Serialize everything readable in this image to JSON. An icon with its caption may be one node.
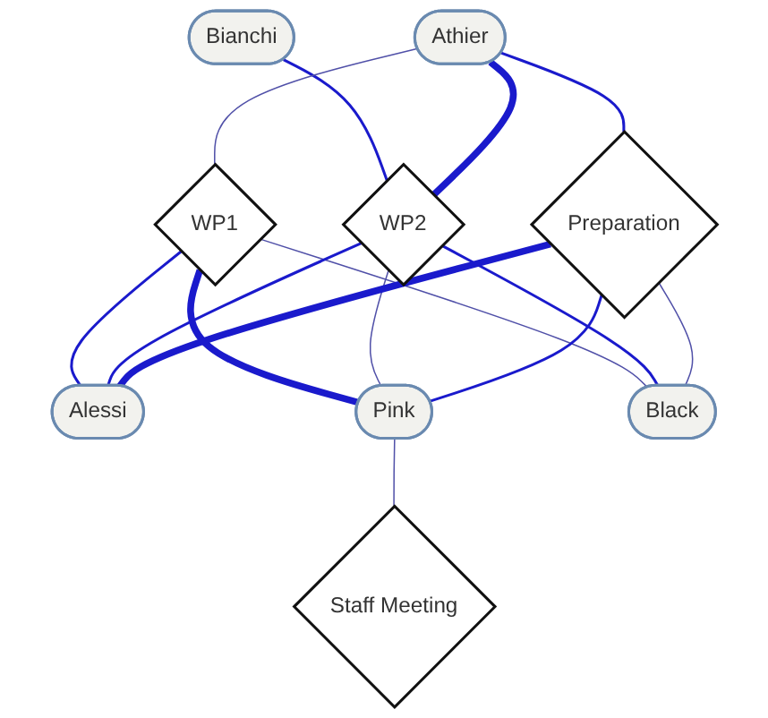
{
  "diagram": {
    "nodes": [
      {
        "text": [
          "Bianchi"
        ]
      },
      {
        "text": [
          "Athier"
        ]
      },
      {
        "text": [
          "WP1"
        ]
      },
      {
        "text": [
          "WP2"
        ]
      },
      {
        "text": [
          "Preparation"
        ]
      },
      {
        "text": [
          "Alessi"
        ]
      },
      {
        "text": [
          "Pink"
        ]
      },
      {
        "text": [
          "Black"
        ]
      },
      {
        "text": [
          "Staff Meeting"
        ]
      }
    ],
    "edges": [
      {
        "from": 0,
        "to": 3,
        "arrow": "none"
      },
      {
        "from": 1,
        "to": 2,
        "arrow": "none",
        "color": "#5050a8"
      },
      {
        "from": 1,
        "to": 3,
        "arrow": "none",
        "style": "thick"
      },
      {
        "from": 1,
        "to": 4,
        "arrow": "none"
      },
      {
        "from": 2,
        "to": 7,
        "arrow": "none",
        "color": "#5050a8"
      },
      {
        "from": 2,
        "to": 6,
        "arrow": "none",
        "style": "thick"
      },
      {
        "from": 2,
        "to": 5,
        "arrow": "none"
      },
      {
        "from": 3,
        "to": 7,
        "arrow": "none"
      },
      {
        "from": 3,
        "to": 6,
        "arrow": "none",
        "color": "#5050a8"
      },
      {
        "from": 3,
        "to": 5,
        "arrow": "none"
      },
      {
        "from": 4,
        "to": 7,
        "arrow": "none",
        "color": "#5050a8"
      },
      {
        "from": 4,
        "to": 6,
        "arrow": "none"
      },
      {
        "from": 4,
        "to": 5,
        "arrow": "none",
        "style": "thick"
      },
      {
        "from": 6,
        "to": 8,
        "arrow": "none",
        "color": "#5050a8"
      }
    ]
  }
}
